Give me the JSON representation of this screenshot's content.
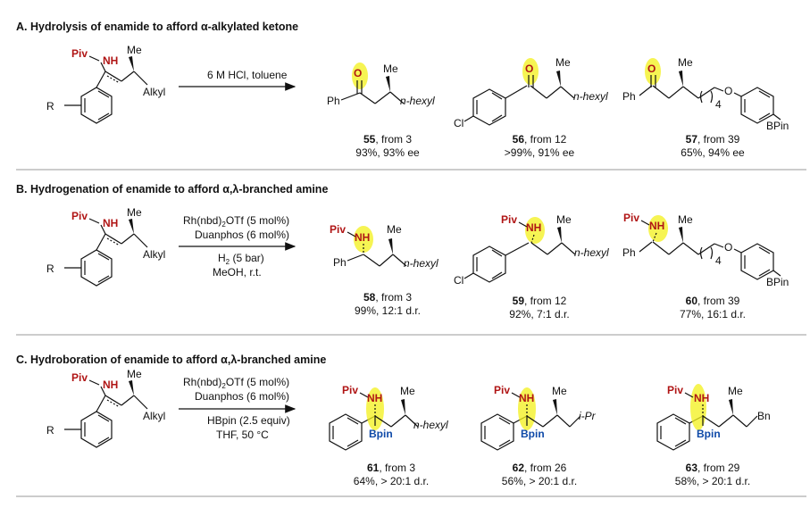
{
  "sections": {
    "a": {
      "title": "A. Hydrolysis of enamide to afford α-alkylated ketone"
    },
    "b": {
      "title": "B. Hydrogenation of enamide to afford α,λ-branched amine"
    },
    "c": {
      "title": "C. Hydroboration of enamide to afford α,λ-branched amine"
    }
  },
  "labels": {
    "piv": "Piv",
    "nh": "NH",
    "me": "Me",
    "alkyl": "Alkyl",
    "r": "R",
    "o": "O",
    "ph": "Ph",
    "cl": "Cl",
    "nhexyl": "n-hexyl",
    "ipr": "i-Pr",
    "bn": "Bn",
    "bpin_blue": "Bpin",
    "bpin": "BPin",
    "sub4": "4"
  },
  "conditions": {
    "a": [
      "6 M HCl, toluene"
    ],
    "b_top": [
      "Rh(nbd)2OTf (5 mol%)",
      "Duanphos (6 mol%)"
    ],
    "b_bot": [
      "H2 (5 bar)",
      "MeOH, r.t."
    ],
    "c_top": [
      "Rh(nbd)2OTf (5 mol%)",
      "Duanphos (6 mol%)"
    ],
    "c_bot": [
      "HBpin (2.5 equiv)",
      "THF,  50 °C"
    ]
  },
  "products": [
    {
      "num": "55",
      "from": "3",
      "yield": "93%, 93% ee"
    },
    {
      "num": "56",
      "from": "12",
      "yield": ">99%, 91% ee"
    },
    {
      "num": "57",
      "from": "39",
      "yield": "65%, 94% ee"
    },
    {
      "num": "58",
      "from": "3",
      "yield": "99%, 12:1 d.r."
    },
    {
      "num": "59",
      "from": "12",
      "yield": "92%, 7:1 d.r."
    },
    {
      "num": "60",
      "from": "39",
      "yield": "77%, 16:1 d.r."
    },
    {
      "num": "61",
      "from": "3",
      "yield": "64%, > 20:1 d.r."
    },
    {
      "num": "62",
      "from": "26",
      "yield": "56%, > 20:1 d.r."
    },
    {
      "num": "63",
      "from": "29",
      "yield": "58%, > 20:1 d.r."
    }
  ],
  "from_word": ", from ",
  "colors": {
    "hetero_red": "#b01515",
    "boron_blue": "#0f4aa8",
    "highlight": "#f3f01a"
  }
}
